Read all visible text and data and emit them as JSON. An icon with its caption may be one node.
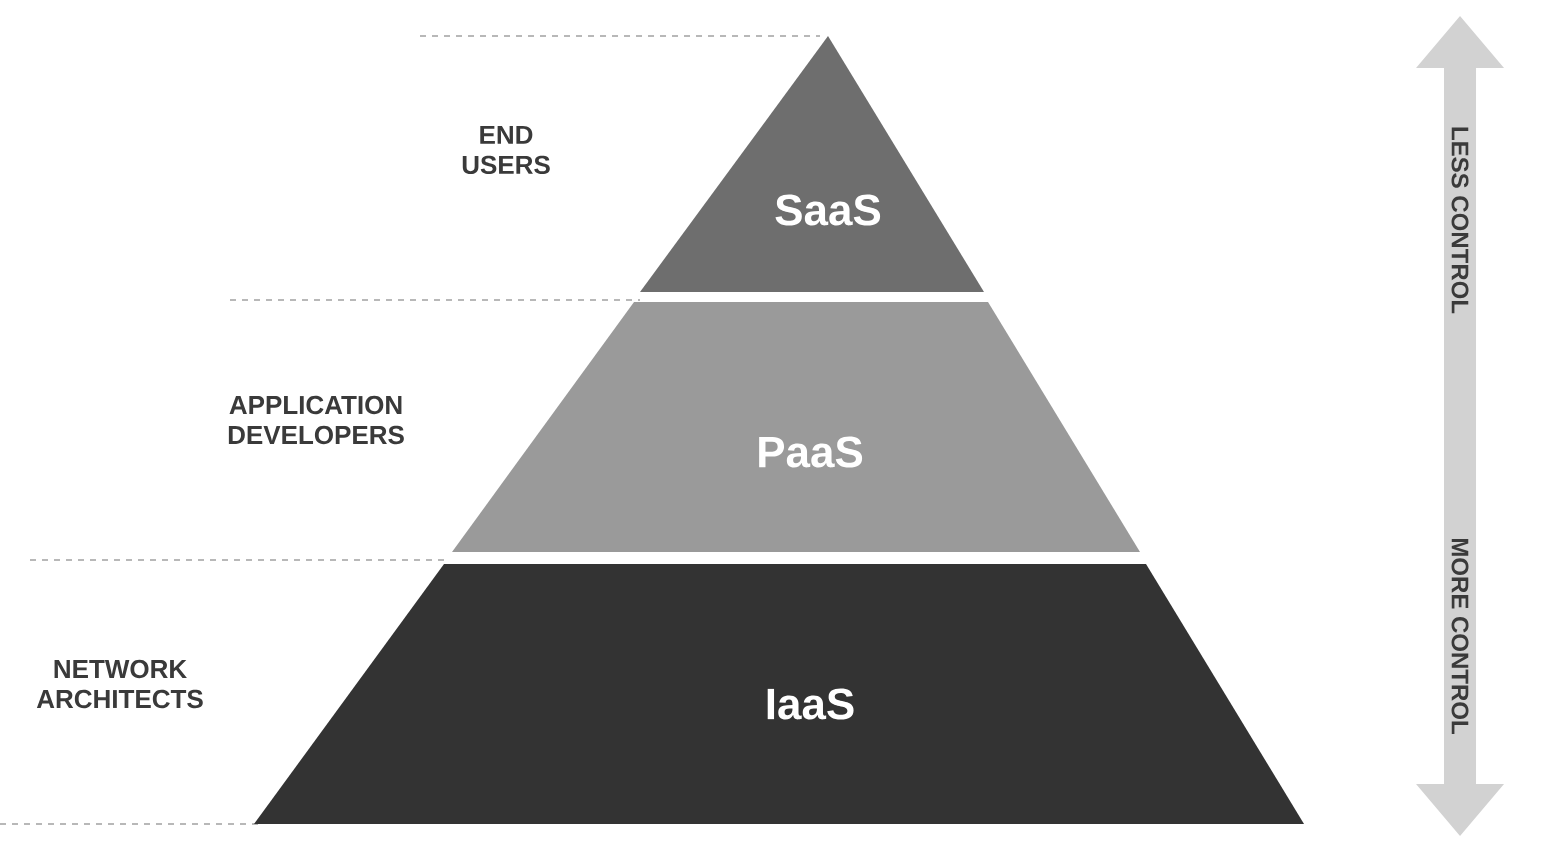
{
  "diagram": {
    "nodes": [
      {
        "text": [
          "SaaS"
        ],
        "beside": [
          "END USERS"
        ]
      },
      {
        "text": [
          "PaaS"
        ],
        "beside": [
          "APPLICATION DEVELOPERS"
        ]
      },
      {
        "text": [
          "IaaS"
        ],
        "beside": [
          "NETWORK ARCHITECTS"
        ]
      }
    ],
    "labels": [
      "LESS CONTROL",
      "MORE CONTROL"
    ]
  }
}
